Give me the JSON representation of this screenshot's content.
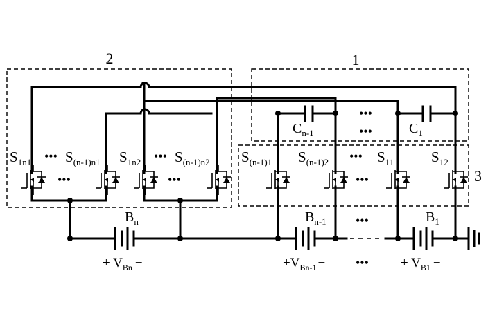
{
  "diagram": {
    "blocks": [
      {
        "id": "2",
        "label": "2"
      },
      {
        "id": "1",
        "label": "1"
      },
      {
        "id": "3",
        "label": "3"
      }
    ],
    "switches_left": [
      {
        "main": "S",
        "sub": "1n1"
      },
      {
        "main": "S",
        "sub": "(n-1)n1"
      },
      {
        "main": "S",
        "sub": "1n2"
      },
      {
        "main": "S",
        "sub": "(n-1)n2"
      }
    ],
    "switches_right": [
      {
        "main": "S",
        "sub": "(n-1)1"
      },
      {
        "main": "S",
        "sub": "(n-1)2"
      },
      {
        "main": "S",
        "sub": "11"
      },
      {
        "main": "S",
        "sub": "12"
      }
    ],
    "capacitors": [
      {
        "main": "C",
        "sub": "n-1"
      },
      {
        "main": "C",
        "sub": "1"
      }
    ],
    "batteries": [
      {
        "main": "B",
        "sub": "n",
        "volt_main": "+ V",
        "volt_sub": "Bn",
        "volt_minus": "−"
      },
      {
        "main": "B",
        "sub": "n-1",
        "volt_main": "+V",
        "volt_sub": "Bn-1",
        "volt_minus": "−"
      },
      {
        "main": "B",
        "sub": "1",
        "volt_main": "+ V",
        "volt_sub": "B1",
        "volt_minus": "−"
      }
    ],
    "ellipsis": "•••"
  }
}
